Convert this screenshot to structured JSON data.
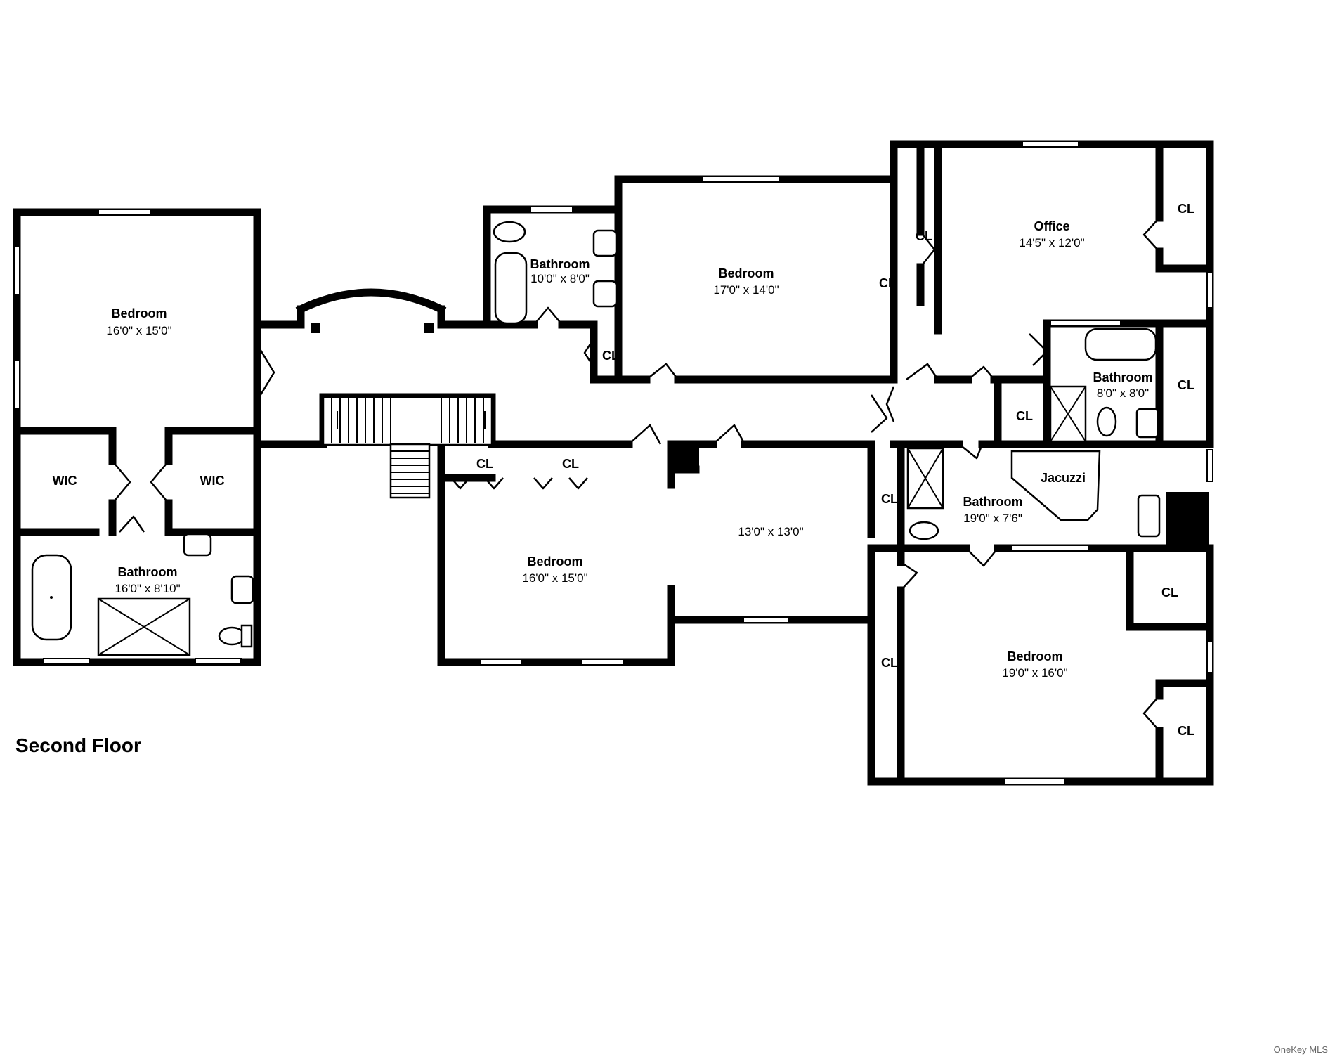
{
  "floor_title": "Second Floor",
  "watermark": "OneKey MLS",
  "colors": {
    "wall": "#000000",
    "background": "#ffffff"
  },
  "rooms": {
    "bedroom_left": {
      "name": "Bedroom",
      "dim": "16'0\" x 15'0\""
    },
    "wic_1": {
      "name": "WIC"
    },
    "wic_2": {
      "name": "WIC"
    },
    "bath_left": {
      "name": "Bathroom",
      "dim": "16'0\" x 8'10\""
    },
    "bath_small": {
      "name": "Bathroom",
      "dim": "10'0\" x 8'0\""
    },
    "bedroom_center": {
      "name": "Bedroom",
      "dim": "17'0\" x 14'0\""
    },
    "office": {
      "name": "Office",
      "dim": "14'5\" x 12'0\""
    },
    "bath_office": {
      "name": "Bathroom",
      "dim": "8'0\" x 8'0\""
    },
    "bedroom_south": {
      "name": "Bedroom",
      "dim": "16'0\" x 15'0\""
    },
    "sitting": {
      "dim": "13'0\" x 13'0\""
    },
    "jacuzzi": {
      "name": "Jacuzzi"
    },
    "bath_master": {
      "name": "Bathroom",
      "dim": "19'0\" x 7'6\""
    },
    "bedroom_right": {
      "name": "Bedroom",
      "dim": "19'0\" x 16'0\""
    }
  },
  "closets": [
    "CL",
    "CL",
    "CL",
    "CL",
    "CL",
    "CL",
    "CL",
    "CL",
    "CL",
    "CL",
    "CL",
    "CL"
  ]
}
